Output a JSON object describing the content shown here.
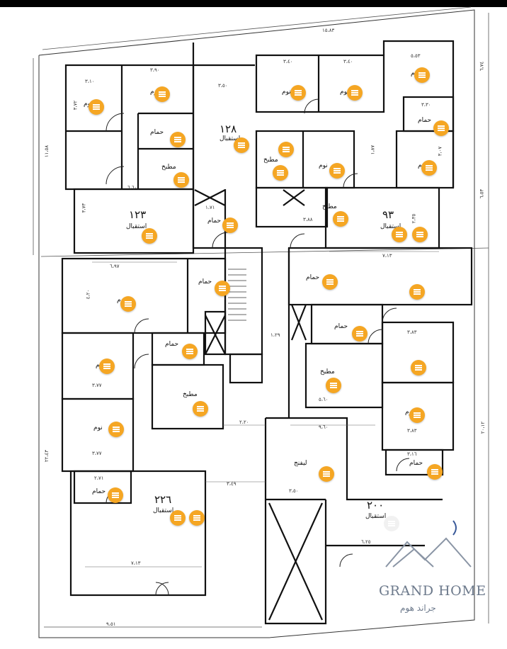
{
  "brand": {
    "name": "GRAND HOME",
    "subtitle": "جراند هوم"
  },
  "dimensions": {
    "top_width": "١٥،٨٣",
    "bottom_width": "٩،٥١",
    "left_height": "١١،٥٨",
    "left_lower": "٢٢،٤٣",
    "right_upper": "٦،٧٤",
    "right_mid": "٦،٥٣",
    "right_lower": "٢٠،١٢",
    "d1": "٣،٩٠",
    "d2": "٣،١٠",
    "d3": "٣،٧٢",
    "d4": "٣،٥٠",
    "d5": "٣،٤٠",
    "d6": "٣،٤٠",
    "d7": "٥،٥٣",
    "d8": "٣،٣٠",
    "d9": "٦،٦٠",
    "d10": "٣،٧٣",
    "d11": "١،٧١",
    "d12": "٦،٩٧",
    "d13": "٤،٢٠",
    "d14": "٣،٧٧",
    "d15": "٣،٧٧",
    "d16": "٢،٧١",
    "d17": "٧،١٣",
    "d18": "٧،١٣",
    "d19": "٥،٦٠",
    "d20": "٣،٨٣",
    "d21": "٣،٨٣",
    "d22": "٣،١٦",
    "d23": "٣،٥٠",
    "d24": "٦،٢٥",
    "d25": "٢،٢٠",
    "d26": "٣،٤٩",
    "d27": "١،٢٩",
    "d28": "٩،٦٠",
    "d29": "٣،٨٨",
    "d30": "٢،٣٥",
    "d31": "١،٨٧",
    "d32": "٣،٠٧"
  },
  "apartments": [
    {
      "area": "١٢٨",
      "label": "استقبال"
    },
    {
      "area": "١٢٣",
      "label": "استقبال"
    },
    {
      "area": "٩٣",
      "label": "استقبال"
    },
    {
      "area": "٢٢٦",
      "label": "استقبال"
    },
    {
      "area": "٢٠٠",
      "label": "استقبال"
    }
  ],
  "rooms": {
    "nom": "نوم",
    "hammam": "حمام",
    "matbakh": "مطبخ",
    "living": "ليفنج"
  }
}
